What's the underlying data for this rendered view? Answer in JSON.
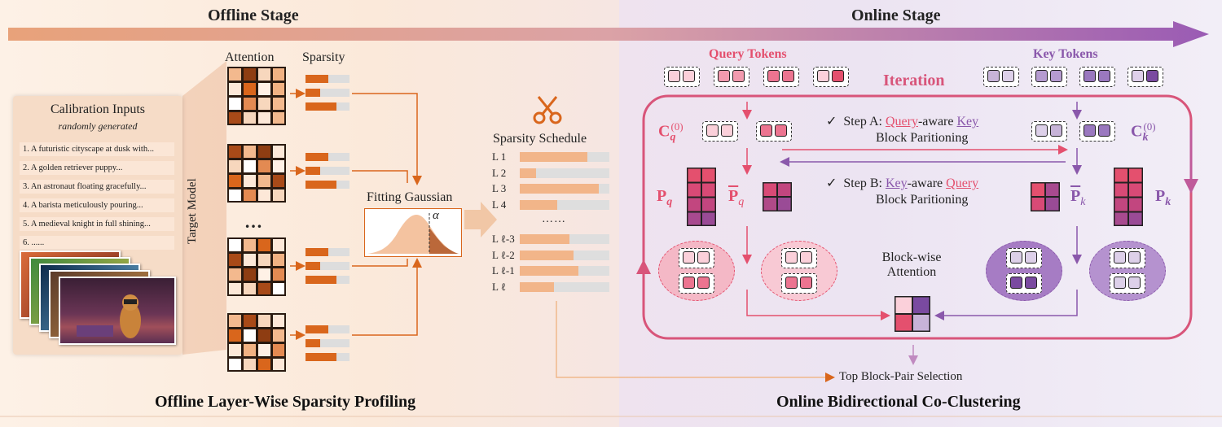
{
  "stages": {
    "offline_title": "Offline Stage",
    "online_title": "Online Stage"
  },
  "offline": {
    "calibration": {
      "title": "Calibration Inputs",
      "subtitle": "randomly generated",
      "prompts": [
        "1. A futuristic cityscape at dusk with...",
        "2. A golden retriever puppy...",
        "3. An astronaut floating gracefully...",
        "4. A barista meticulously pouring...",
        "5. A medieval knight in full shining...",
        "6. ......"
      ]
    },
    "target_model_label": "Target Model",
    "attention_label": "Attention",
    "sparsity_label": "Sparsity",
    "ellipsis": "…",
    "fitting_label": "Fitting Gaussian",
    "alpha_symbol": "α",
    "schedule": {
      "title": "Sparsity Schedule",
      "rows_top": [
        {
          "label": "L 1",
          "fill": 0.75
        },
        {
          "label": "L 2",
          "fill": 0.18
        },
        {
          "label": "L 3",
          "fill": 0.88
        },
        {
          "label": "L 4",
          "fill": 0.42
        }
      ],
      "dots": "……",
      "rows_bottom": [
        {
          "label": "L ℓ-3",
          "fill": 0.55
        },
        {
          "label": "L ℓ-2",
          "fill": 0.6
        },
        {
          "label": "L ℓ-1",
          "fill": 0.65
        },
        {
          "label": "L ℓ",
          "fill": 0.38
        }
      ]
    },
    "footer": "Offline Layer-Wise Sparsity Profiling"
  },
  "online": {
    "query_tokens_label": "Query Tokens",
    "key_tokens_label": "Key Tokens",
    "iteration_label": "Iteration",
    "cq_label": "C",
    "cq_sub": "q",
    "cq_sup": "(0)",
    "ck_label": "C",
    "ck_sub": "k",
    "ck_sup": "(0)",
    "pq_label": "P",
    "pq_sub": "q",
    "pk_label": "P",
    "pk_sub": "k",
    "step_a": {
      "check": "✓",
      "prefix": "Step A: ",
      "word1": "Query",
      "mid": "-aware ",
      "word2": "Key",
      "line2": "Block Paritioning"
    },
    "step_b": {
      "check": "✓",
      "prefix": "Step B: ",
      "word1": "Key",
      "mid": "-aware ",
      "word2": "Query",
      "line2": "Block Paritioning"
    },
    "block_attention_line1": "Block-wise",
    "block_attention_line2": "Attention",
    "top_selection": "Top Block-Pair Selection",
    "footer": "Online Bidirectional Co-Clustering"
  },
  "colors": {
    "orange": "#d9661c",
    "pink": "#e4506e",
    "purple": "#8a58ab"
  }
}
